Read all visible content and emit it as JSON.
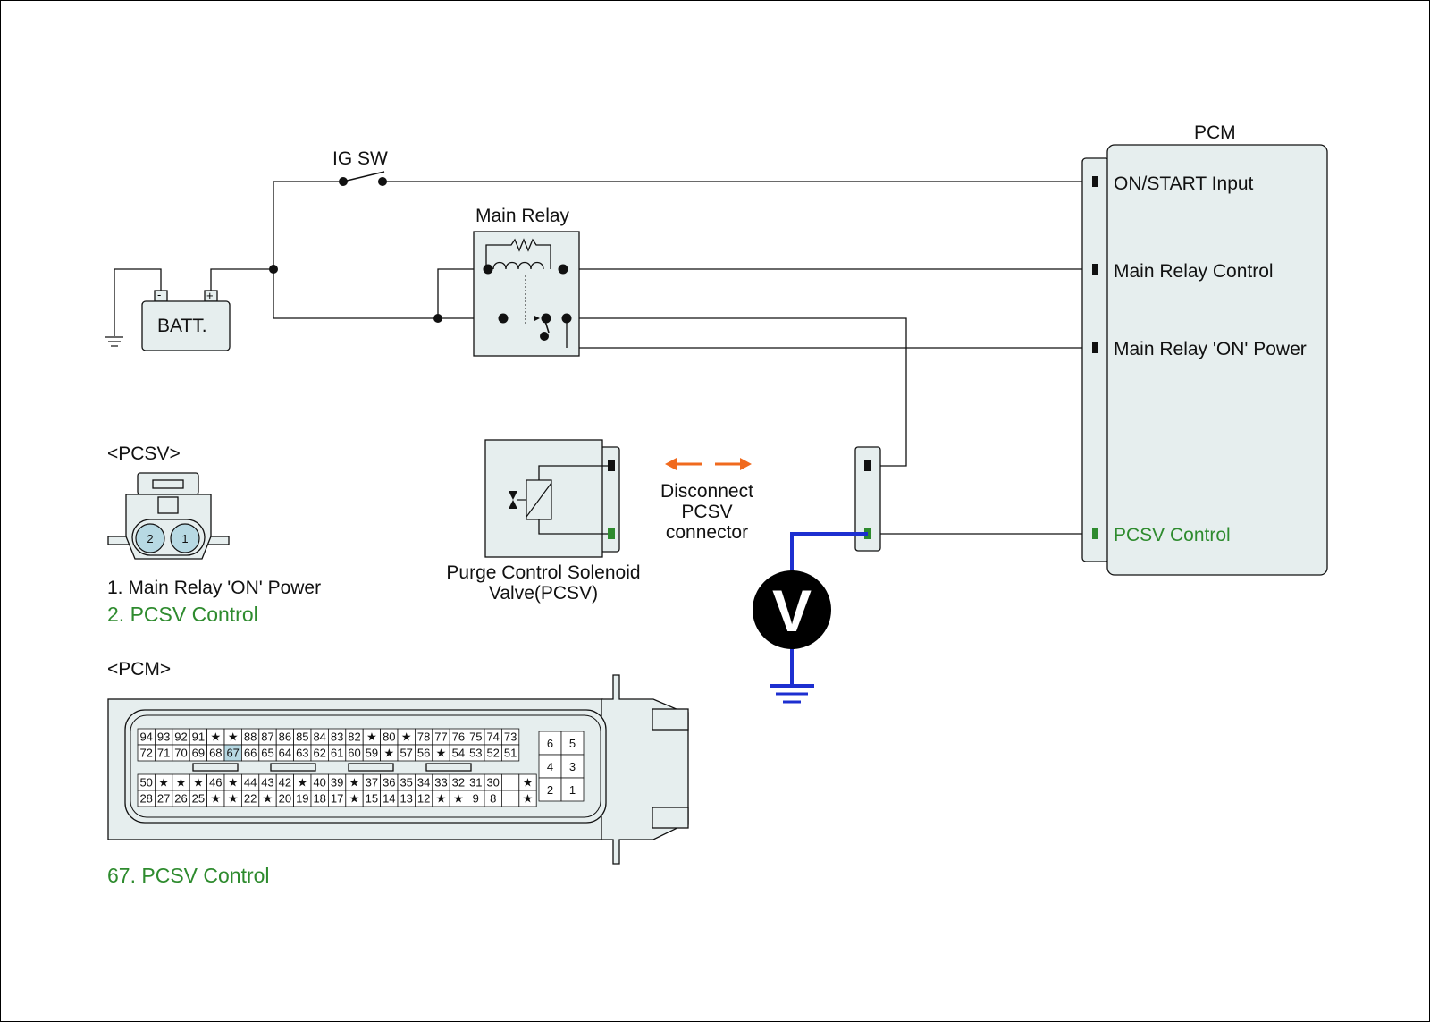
{
  "ig_switch": {
    "label": "IG SW"
  },
  "battery": {
    "label": "BATT.",
    "minus": "-",
    "plus": "+"
  },
  "main_relay": {
    "label": "Main Relay"
  },
  "pcm": {
    "title": "PCM",
    "terminals": [
      {
        "label": "ON/START Input",
        "pin_color": "#111111"
      },
      {
        "label": "Main Relay Control",
        "pin_color": "#111111"
      },
      {
        "label": "Main Relay 'ON' Power",
        "pin_color": "#111111"
      },
      {
        "label": "PCSV Control",
        "pin_color": "#2e8b2e"
      }
    ]
  },
  "pcsv_component": {
    "label_line1": "Purge Control Solenoid",
    "label_line2": "Valve(PCSV)"
  },
  "disconnect_note": {
    "line1": "Disconnect",
    "line2": "PCSV",
    "line3": "connector"
  },
  "voltmeter": {
    "symbol": "V"
  },
  "pcsv_connector_view": {
    "title": "<PCSV>",
    "pins": [
      "2",
      "1"
    ],
    "legend": [
      {
        "text": "1. Main Relay 'ON' Power",
        "highlight": false
      },
      {
        "text": "2. PCSV Control",
        "highlight": true
      }
    ]
  },
  "pcm_connector_view": {
    "title": "<PCM>",
    "rows": [
      [
        "94",
        "93",
        "92",
        "91",
        "★",
        "★",
        "88",
        "87",
        "86",
        "85",
        "84",
        "83",
        "82",
        "★",
        "80",
        "★",
        "78",
        "77",
        "76",
        "75",
        "74",
        "73"
      ],
      [
        "72",
        "71",
        "70",
        "69",
        "68",
        "67",
        "66",
        "65",
        "64",
        "63",
        "62",
        "61",
        "60",
        "59",
        "★",
        "57",
        "56",
        "★",
        "54",
        "53",
        "52",
        "51"
      ],
      [
        "50",
        "★",
        "★",
        "★",
        "46",
        "★",
        "44",
        "43",
        "42",
        "★",
        "40",
        "39",
        "★",
        "37",
        "36",
        "35",
        "34",
        "33",
        "32",
        "31",
        "30",
        "",
        "★"
      ],
      [
        "28",
        "27",
        "26",
        "25",
        "★",
        "★",
        "22",
        "★",
        "20",
        "19",
        "18",
        "17",
        "★",
        "15",
        "14",
        "13",
        "12",
        "★",
        "★",
        "9",
        "8",
        "",
        "★"
      ]
    ],
    "highlight_pin": "67",
    "aux_pins": [
      [
        "6",
        "5"
      ],
      [
        "4",
        "3"
      ],
      [
        "2",
        "1"
      ]
    ],
    "legend": "67. PCSV Control"
  },
  "colors": {
    "highlight_text": "#2e8b2e",
    "meter_wire": "#1d2fd0",
    "arrow": "#f06a1e",
    "pin_fill": "#b7d9e3"
  }
}
